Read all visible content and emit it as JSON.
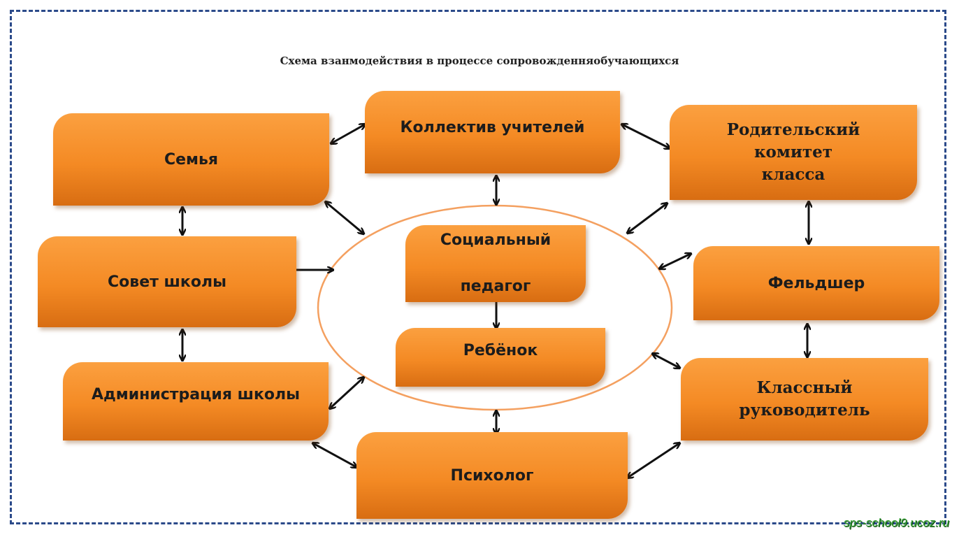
{
  "title": "Схема взанмодействия в процессе сопровожденняобучающихся",
  "nodes": {
    "family": "Семья",
    "teachers": "Коллектив учителей",
    "parents_1": "Родительский",
    "parents_2": "комитет",
    "parents_3": "класса",
    "council": "Совет школы",
    "social_1": "Социальный",
    "social_2": "педагог",
    "medic": "Фельдшер",
    "child": "Ребёнок",
    "admin": "Администрация школы",
    "classteacher_1": "Классный",
    "classteacher_2": "руководитель",
    "psychologist": "Психолог"
  },
  "colors": {
    "node_fill": "#f48a24",
    "ellipse": "#f4a060",
    "frame": "#2b4a8a",
    "arrow": "#111111"
  },
  "watermark": "sps-school9.ucoz.ru"
}
